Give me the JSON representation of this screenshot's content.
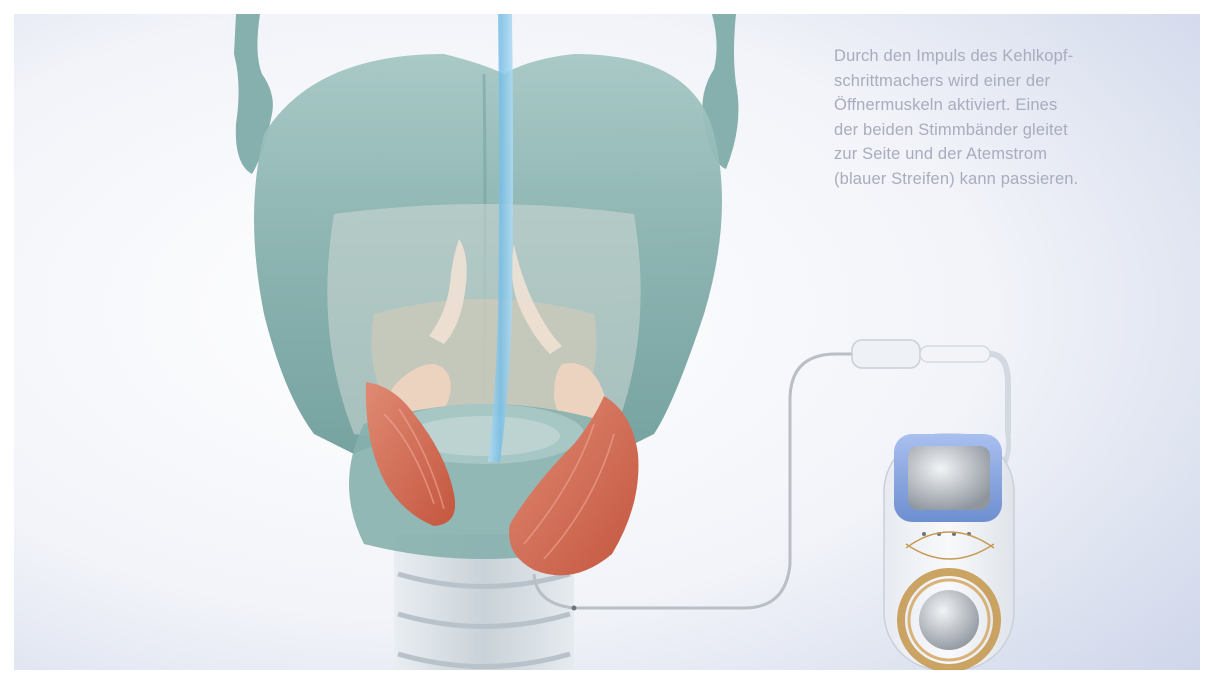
{
  "caption": {
    "lines": [
      "Durch den Impuls des Kehlkopf-",
      "schrittmachers wird einer der",
      "Öffnermuskeln aktiviert. Eines",
      "der beiden Stimmbänder gleitet",
      "zur Seite und der Atemstrom",
      "(blauer Streifen) kann passieren."
    ]
  },
  "colors": {
    "background_light": "#ffffff",
    "background_tint": "#d4daeb",
    "cartilage": "#83aeab",
    "cartilage_dark": "#5e8f8c",
    "arytenoid": "#ecd3bf",
    "muscle": "#cf6a55",
    "airflow": "#8fc8e8",
    "device_blue": "#7a9bd6",
    "coil_gold": "#c79a52",
    "caption_text": "#a8acbd"
  },
  "illustration": {
    "icons": [
      "larynx-illustration",
      "laryngeal-pacemaker-device"
    ]
  }
}
